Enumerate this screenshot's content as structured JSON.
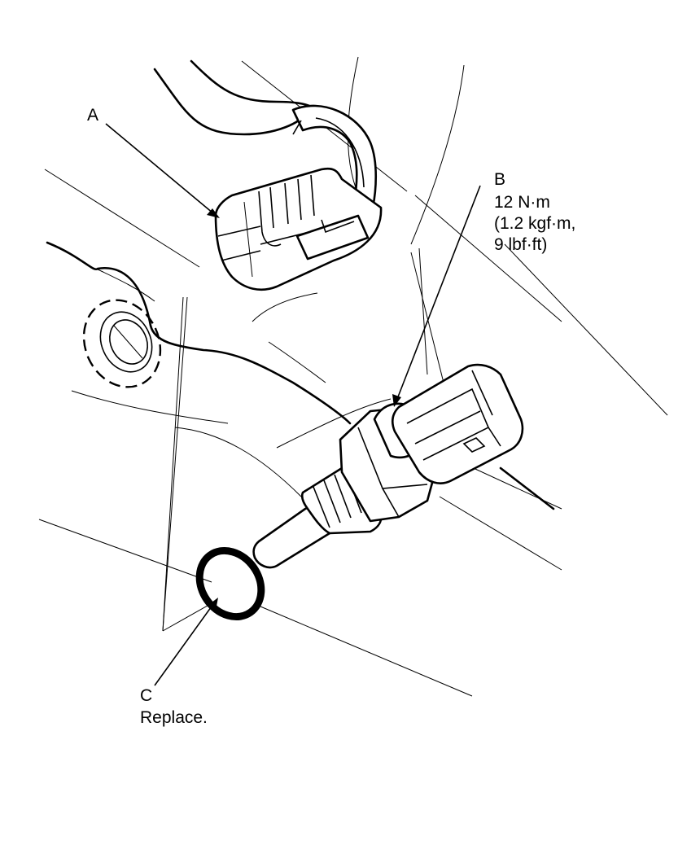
{
  "callouts": {
    "a": {
      "letter": "A"
    },
    "b": {
      "letter": "B",
      "torque_nm": "12 N·m",
      "torque_kgf": "(1.2 kgf·m,",
      "torque_lbf": "9 lbf·ft)"
    },
    "c": {
      "letter": "C",
      "note": "Replace."
    }
  }
}
